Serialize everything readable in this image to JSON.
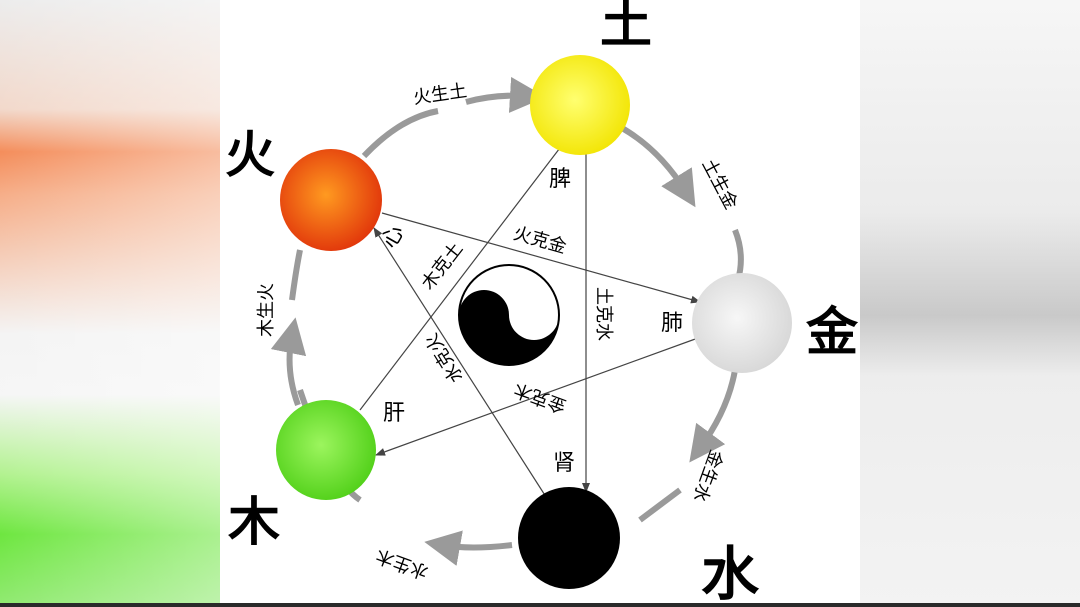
{
  "elements": {
    "earth": "土",
    "fire": "火",
    "metal": "金",
    "wood": "木",
    "water": "水"
  },
  "organs": {
    "spleen": "脾",
    "heart": "心",
    "lung": "肺",
    "liver": "肝",
    "kidney": "肾"
  },
  "generating": {
    "fire_earth": "火生土",
    "earth_metal": "土生金",
    "metal_water": "金生水",
    "water_wood": "水生木",
    "wood_fire": "木生火"
  },
  "controlling": {
    "fire_metal": "火克金",
    "earth_water": "土克水",
    "metal_wood": "金克木",
    "water_fire": "水克火",
    "wood_earth": "木克土"
  },
  "colors": {
    "earth": "#f5ee10",
    "fire": "#f04a12",
    "metal": "#e3e3e3",
    "wood": "#6fe02a",
    "water": "#000000",
    "cycle_arrow": "#9a9a9a"
  }
}
